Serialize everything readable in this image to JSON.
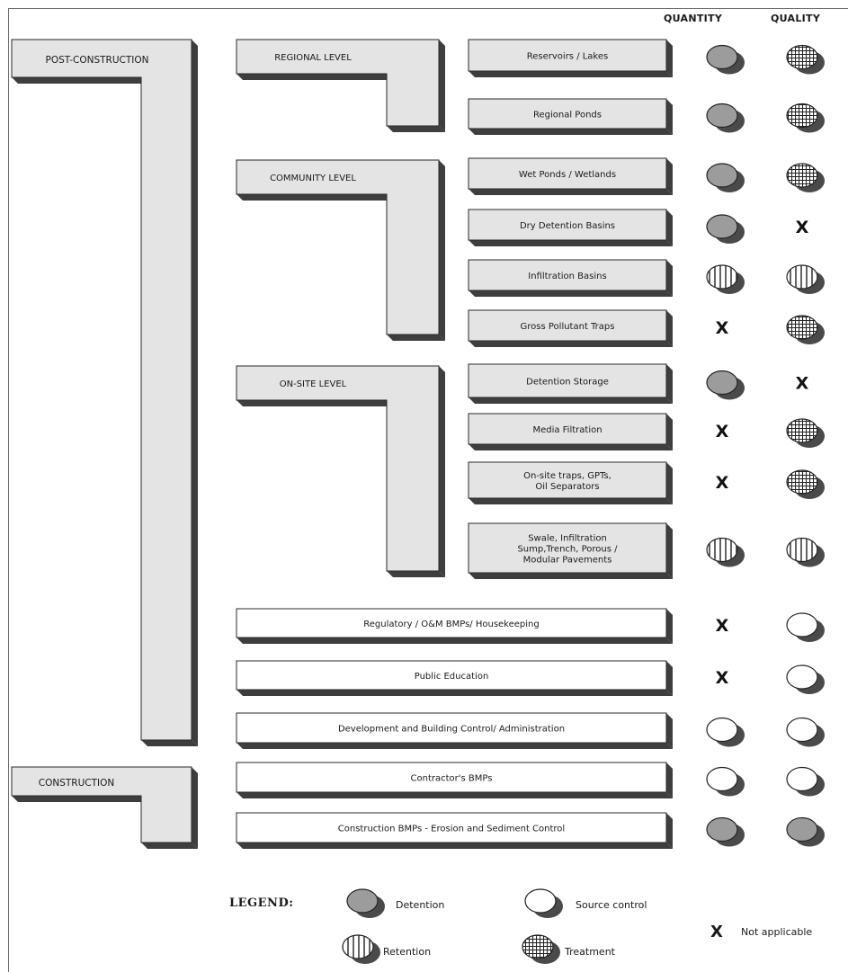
{
  "headers": {
    "quantity": "QUANTITY",
    "quality": "QUALITY"
  },
  "phases": [
    {
      "label": "POST-CONSTRUCTION"
    },
    {
      "label": "CONSTRUCTION"
    }
  ],
  "levels": [
    {
      "label": "REGIONAL LEVEL"
    },
    {
      "label": "COMMUNITY LEVEL"
    },
    {
      "label": "ON-SITE LEVEL"
    }
  ],
  "rows": [
    {
      "label": [
        "Reservoirs / Lakes"
      ],
      "quantity": "detention",
      "quality": "treatment"
    },
    {
      "label": [
        "Regional Ponds"
      ],
      "quantity": "detention",
      "quality": "treatment"
    },
    {
      "label": [
        "Wet Ponds / Wetlands"
      ],
      "quantity": "detention",
      "quality": "treatment"
    },
    {
      "label": [
        "Dry Detention Basins"
      ],
      "quantity": "detention",
      "quality": "na"
    },
    {
      "label": [
        "Infiltration Basins"
      ],
      "quantity": "retention",
      "quality": "retention"
    },
    {
      "label": [
        "Gross Pollutant Traps"
      ],
      "quantity": "na",
      "quality": "treatment"
    },
    {
      "label": [
        "Detention Storage"
      ],
      "quantity": "detention",
      "quality": "na"
    },
    {
      "label": [
        "Media Filtration"
      ],
      "quantity": "na",
      "quality": "treatment"
    },
    {
      "label": [
        "On-site traps, GPTs,",
        "Oil Separators"
      ],
      "quantity": "na",
      "quality": "treatment"
    },
    {
      "label": [
        "Swale, Infiltration",
        "Sump,Trench, Porous /",
        "Modular Pavements"
      ],
      "quantity": "retention",
      "quality": "retention"
    },
    {
      "label": [
        "Regulatory / O&M BMPs/ Housekeeping"
      ],
      "quantity": "na",
      "quality": "source"
    },
    {
      "label": [
        "Public Education"
      ],
      "quantity": "na",
      "quality": "source"
    },
    {
      "label": [
        "Development and Building Control/ Administration"
      ],
      "quantity": "source",
      "quality": "source"
    },
    {
      "label": [
        "Contractor's BMPs"
      ],
      "quantity": "source",
      "quality": "source"
    },
    {
      "label": [
        "Construction BMPs - Erosion and Sediment Control"
      ],
      "quantity": "detention",
      "quality": "detention"
    }
  ],
  "legend": {
    "title": "LEGEND:",
    "items": [
      {
        "symbol": "detention",
        "label": "Detention"
      },
      {
        "symbol": "source",
        "label": "Source control"
      },
      {
        "symbol": "retention",
        "label": "Retention"
      },
      {
        "symbol": "treatment",
        "label": "Treatment"
      }
    ],
    "na_symbol": "X",
    "na_label": "Not applicable"
  },
  "colors": {
    "box_fill": "#e4e4e4",
    "box_fill_light": "#ffffff",
    "shadow": "#3e3e3e",
    "border": "#2a2a2a",
    "detention_fill": "#9c9c9c",
    "symbol_shadow": "#4a4a4a"
  }
}
